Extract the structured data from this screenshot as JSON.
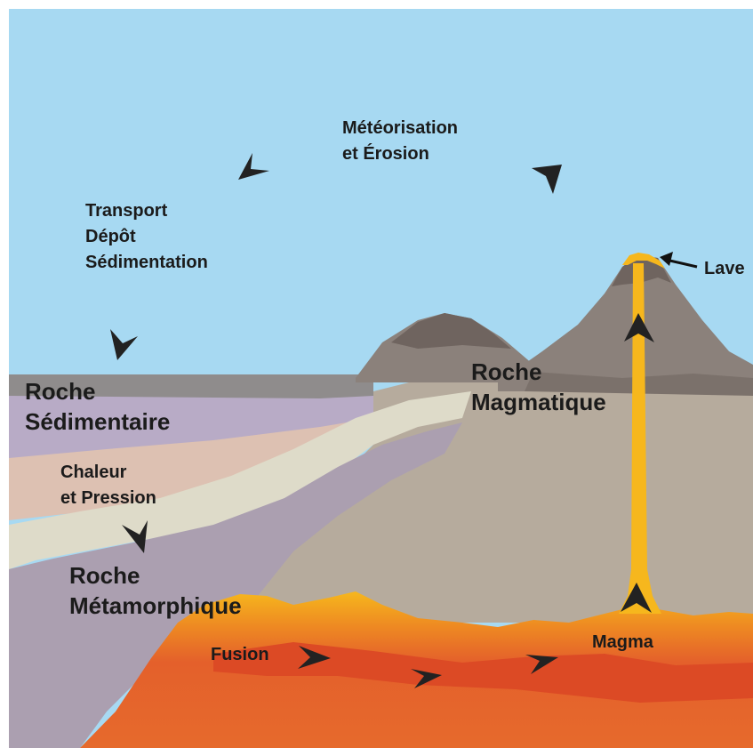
{
  "diagram": {
    "labels": {
      "weathering": [
        "Météorisation",
        "et Érosion"
      ],
      "transport": [
        "Transport",
        "Dépôt",
        "Sédimentation"
      ],
      "lava": "Lave",
      "sedimentary_rock": [
        "Roche",
        "Sédimentaire"
      ],
      "igneous_rock": [
        "Roche",
        "Magmatique"
      ],
      "heat_pressure": [
        "Chaleur",
        "et Pression"
      ],
      "metamorphic_rock": [
        "Roche",
        "Métamorphique"
      ],
      "fusion": "Fusion",
      "magma": "Magma"
    },
    "colors": {
      "sky": "#a7d9f2",
      "volcano_cap": "#6f645f",
      "volcano_body": "#8b817b",
      "igneous": "#b6ab9d",
      "sediment_cream": "#dedbc9",
      "sediment_lavender": "#b8abc6",
      "sediment_peach": "#ddc1b2",
      "metamorphic": "#ab9fb0",
      "magma_orange": "#e4602b",
      "lava_yellow": "#f6b71d",
      "arrow": "#222222"
    }
  }
}
